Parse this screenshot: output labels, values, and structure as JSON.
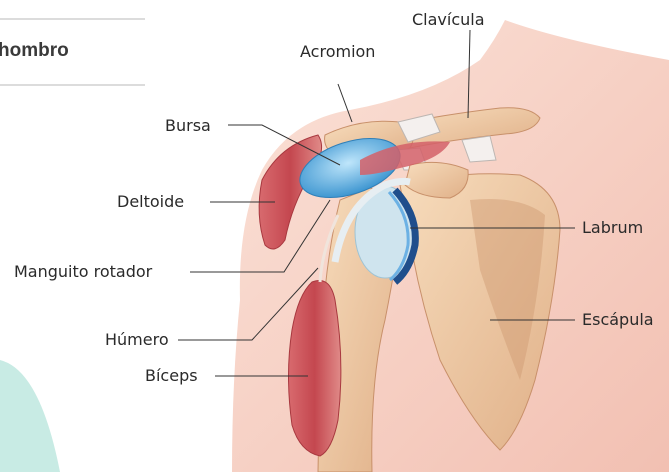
{
  "header": {
    "title": "hombro"
  },
  "labels": {
    "clavicula": "Clavícula",
    "acromion": "Acromion",
    "bursa": "Bursa",
    "deltoide": "Deltoide",
    "labrum": "Labrum",
    "manguito": "Manguito rotador",
    "humero": "Húmero",
    "escapula": "Escápula",
    "biceps": "Bíceps"
  },
  "colors": {
    "skin": "#f6cfc3",
    "bone": "#efc9a2",
    "muscle": "#c9545a",
    "bursa": "#5db0e3",
    "cartilage": "#cfe4ee",
    "teal_accent": "#c8ebe4",
    "leader_line": "#333333"
  }
}
